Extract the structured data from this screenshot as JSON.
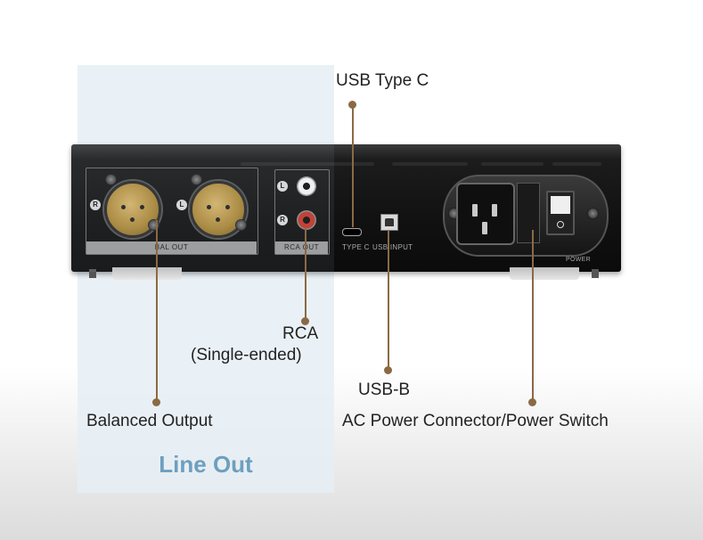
{
  "callouts": {
    "usb_type_c": "USB Type C",
    "rca_line1": "RCA",
    "rca_line2": "(Single-ended)",
    "usb_b": "USB-B",
    "balanced_output": "Balanced Output",
    "ac_power": "AC Power Connector/Power Switch",
    "line_out": "Line Out"
  },
  "device_labels": {
    "bal_out": "BAL OUT",
    "rca_out": "RCA OUT",
    "type_c": "TYPE C",
    "usb_input": "USB INPUT",
    "power": "POWER",
    "xlr_right": "R",
    "xlr_left": "L",
    "rca_left": "L",
    "rca_right": "R"
  },
  "colors": {
    "leader": "#8a6a45",
    "line_out_panel": "#e6eef5",
    "line_out_text": "#6d9fbf"
  }
}
